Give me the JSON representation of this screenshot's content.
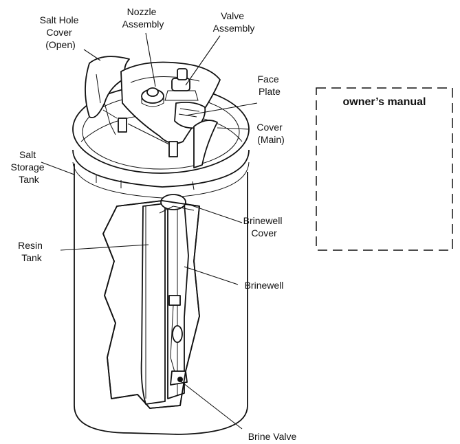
{
  "labels": {
    "salt_hole_cover": [
      "Salt Hole",
      "Cover",
      "(Open)"
    ],
    "nozzle_assembly": [
      "Nozzle",
      "Assembly"
    ],
    "valve_assembly": [
      "Valve",
      "Assembly"
    ],
    "face_plate": [
      "Face",
      "Plate"
    ],
    "cover_main": [
      "Cover",
      "(Main)"
    ],
    "salt_storage_tank": [
      "Salt",
      "Storage",
      "Tank"
    ],
    "brinewell_cover": [
      "Brinewell",
      "Cover"
    ],
    "resin_tank": [
      "Resin",
      "Tank"
    ],
    "brinewell": "Brinewell",
    "brine_valve": "Brine Valve"
  },
  "manual_box": {
    "title": "owner’s manual"
  }
}
